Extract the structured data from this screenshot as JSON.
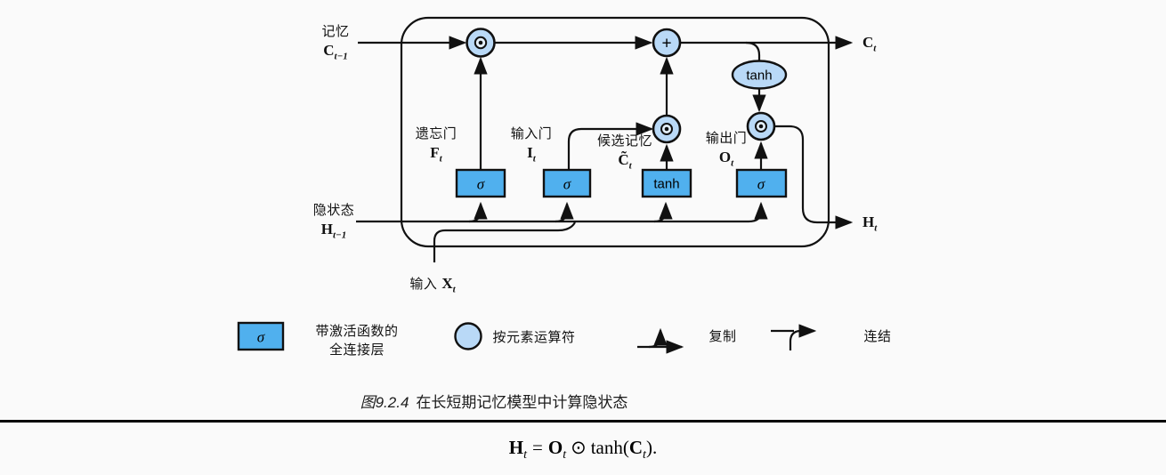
{
  "figure": {
    "caption_prefix": "图9.2.4",
    "caption_text": "在长短期记忆模型中计算隐状态"
  },
  "formula": {
    "lhs_var": "H",
    "lhs_sub": "t",
    "equals": "=",
    "rhs_var1": "O",
    "rhs_sub1": "t",
    "op": "⊙",
    "func": "tanh(",
    "rhs_var2": "C",
    "rhs_sub2": "t",
    "end": ")."
  },
  "diagram": {
    "inputs": {
      "memory_label": "记忆",
      "memory_var": "C",
      "memory_sub": "t−1",
      "hidden_label": "隐状态",
      "hidden_var": "H",
      "hidden_sub": "t−1",
      "input_label": "输入",
      "input_var": "X",
      "input_sub": "t"
    },
    "outputs": {
      "c_var": "C",
      "c_sub": "t",
      "h_var": "H",
      "h_sub": "t"
    },
    "gates": {
      "forget_label": "遗忘门",
      "forget_var": "F",
      "forget_sub": "t",
      "input_label": "输入门",
      "input_var": "I",
      "input_sub": "t",
      "candidate_label": "候选记忆",
      "candidate_var": "C̃",
      "candidate_sub": "t",
      "output_label": "输出门",
      "output_var": "O",
      "output_sub": "t"
    },
    "nodes": {
      "sigma": "σ",
      "tanh": "tanh",
      "plus": "+"
    },
    "colors": {
      "box_fill": "#50b0ee",
      "operator_fill": "#b9d9f7",
      "stroke": "#111111"
    }
  },
  "legend": {
    "fc_symbol": "σ",
    "fc_label_line1": "带激活函数的",
    "fc_label_line2": "全连接层",
    "elementwise_label": "按元素运算符",
    "copy_label": "复制",
    "concat_label": "连结"
  }
}
